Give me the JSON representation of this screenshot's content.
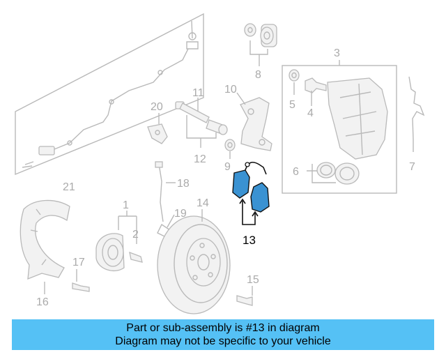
{
  "callouts": {
    "c1": "1",
    "c2": "2",
    "c3": "3",
    "c4": "4",
    "c5": "5",
    "c6": "6",
    "c7": "7",
    "c8": "8",
    "c9": "9",
    "c10": "10",
    "c11": "11",
    "c12": "12",
    "c13": "13",
    "c14": "14",
    "c15": "15",
    "c16": "16",
    "c17": "17",
    "c18": "18",
    "c19": "19",
    "c20": "20",
    "c21": "21"
  },
  "highlight": {
    "part_number": "13",
    "color": "#3a92d2"
  },
  "banner": {
    "line1": "Part or sub-assembly is #13 in diagram",
    "line2": "Diagram may not be specific to your vehicle",
    "background": "#55c1f5"
  }
}
